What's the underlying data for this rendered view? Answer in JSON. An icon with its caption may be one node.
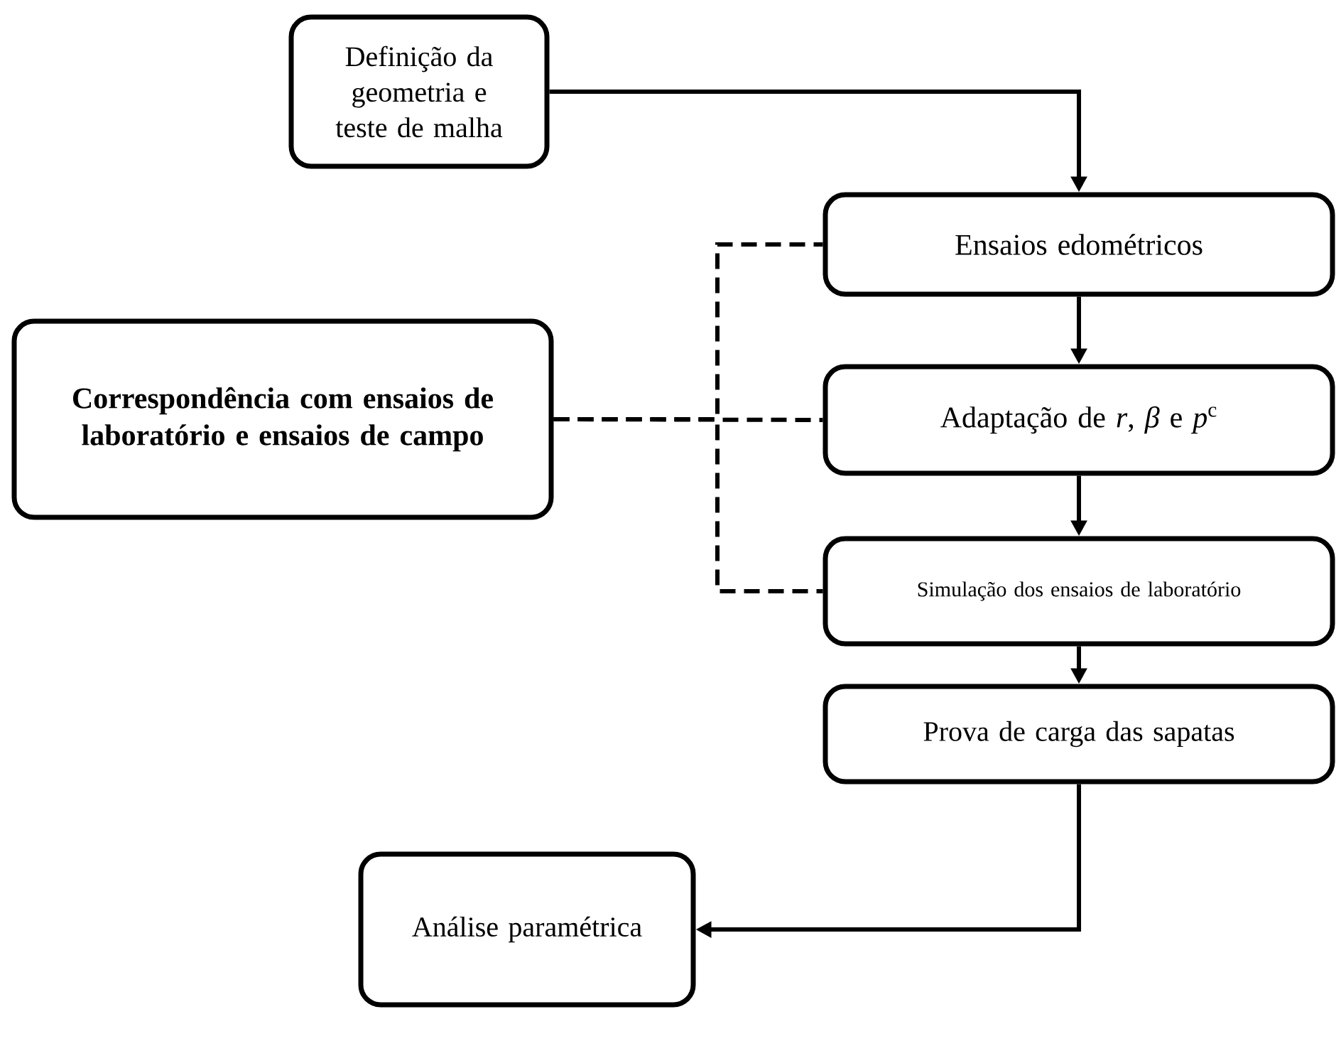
{
  "diagram": {
    "nodes": [
      {
        "text": [
          "Definição da geometria e teste de malha"
        ]
      },
      {
        "text": [
          "Ensaios edométricos"
        ]
      },
      {
        "text": [
          "Correspondência com ensaios de laboratório e ensaios de campo"
        ]
      },
      {
        "text": [
          "Adaptação de *r*, *β* e *p*$^{c}$"
        ]
      },
      {
        "text": [
          "Simulação dos ensaios de laboratório"
        ]
      },
      {
        "text": [
          "Prova de carga das sapatas"
        ]
      },
      {
        "text": [
          "Análise paramétrica"
        ]
      }
    ],
    "edges": [
      {
        "from": 0,
        "to": 1,
        "arrow": "to"
      },
      {
        "from": 1,
        "to": 3,
        "arrow": "to"
      },
      {
        "from": 3,
        "to": 4,
        "arrow": "to"
      },
      {
        "from": 4,
        "to": 5,
        "arrow": "to"
      },
      {
        "from": 5,
        "to": 6,
        "arrow": "to"
      },
      {
        "from": 2,
        "to": 1,
        "arrow": "none",
        "style": "dashed"
      },
      {
        "from": 2,
        "to": 3,
        "arrow": "none",
        "style": "dashed"
      },
      {
        "from": 2,
        "to": 4,
        "arrow": "none",
        "style": "dashed"
      }
    ]
  }
}
